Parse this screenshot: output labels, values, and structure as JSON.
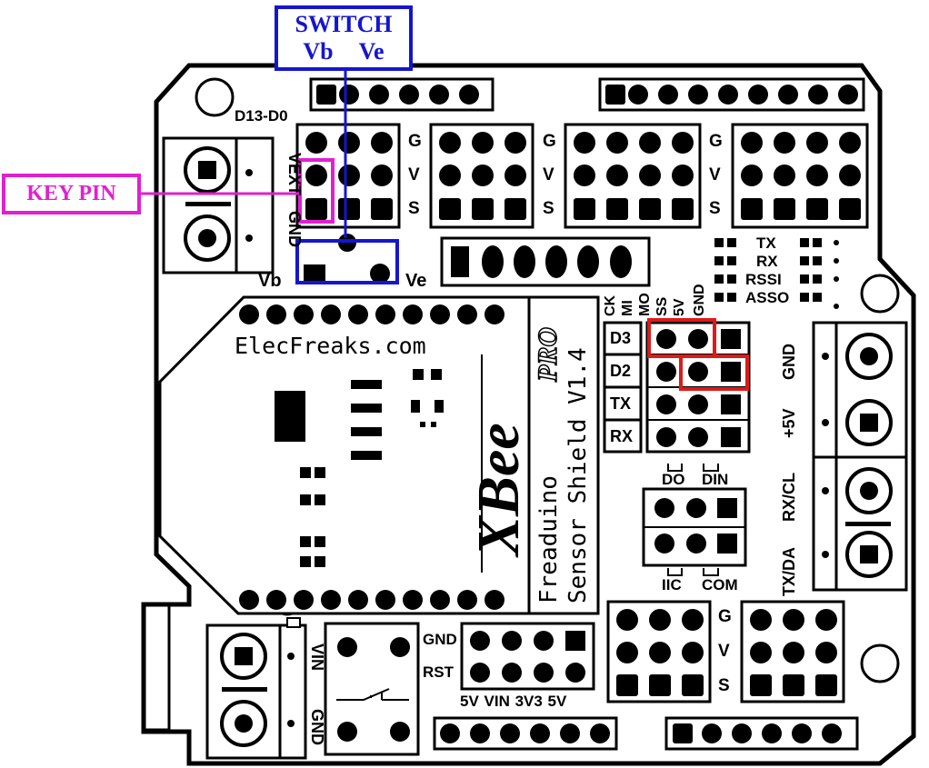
{
  "callouts": {
    "switch_title": "SWITCH",
    "switch_sub": "Vb  Ve",
    "key_pin": "KEY PIN",
    "colors": {
      "switch": "#1515d0",
      "key_pin": "#e020d0",
      "highlight": "#dd1a1a"
    }
  },
  "board": {
    "d13_d0": "D13-D0",
    "vext": "VEXT",
    "gnd_left": "GND",
    "vb": "Vb",
    "ve": "Ve",
    "gvs": [
      "G",
      "V",
      "S"
    ],
    "site": "ElecFreaks.com",
    "xbee": "XBee",
    "pro": "PRO",
    "product_line1": "Freaduino",
    "product_line2": "Sensor Shield V1.4",
    "spi_labels": [
      "CK",
      "MI",
      "MO",
      "SS",
      "5V",
      "GND"
    ],
    "status_leds": [
      "TX",
      "RX",
      "RSSI",
      "ASSO"
    ],
    "uart_rows": [
      "D3",
      "D2",
      "TX",
      "RX"
    ],
    "do_label": "DO",
    "din_label": "DIN",
    "iic_label": "IIC",
    "com_label": "COM",
    "right_gnd": "GND",
    "right_5v": "+5V",
    "right_rxcl": "RX/CL",
    "right_txda": "TX/DA",
    "vin": "VIN",
    "gnd_bottom": "GND",
    "gnd_header": "GND",
    "rst_header": "RST",
    "power_labels": "5V VIN 3V3 5V"
  }
}
